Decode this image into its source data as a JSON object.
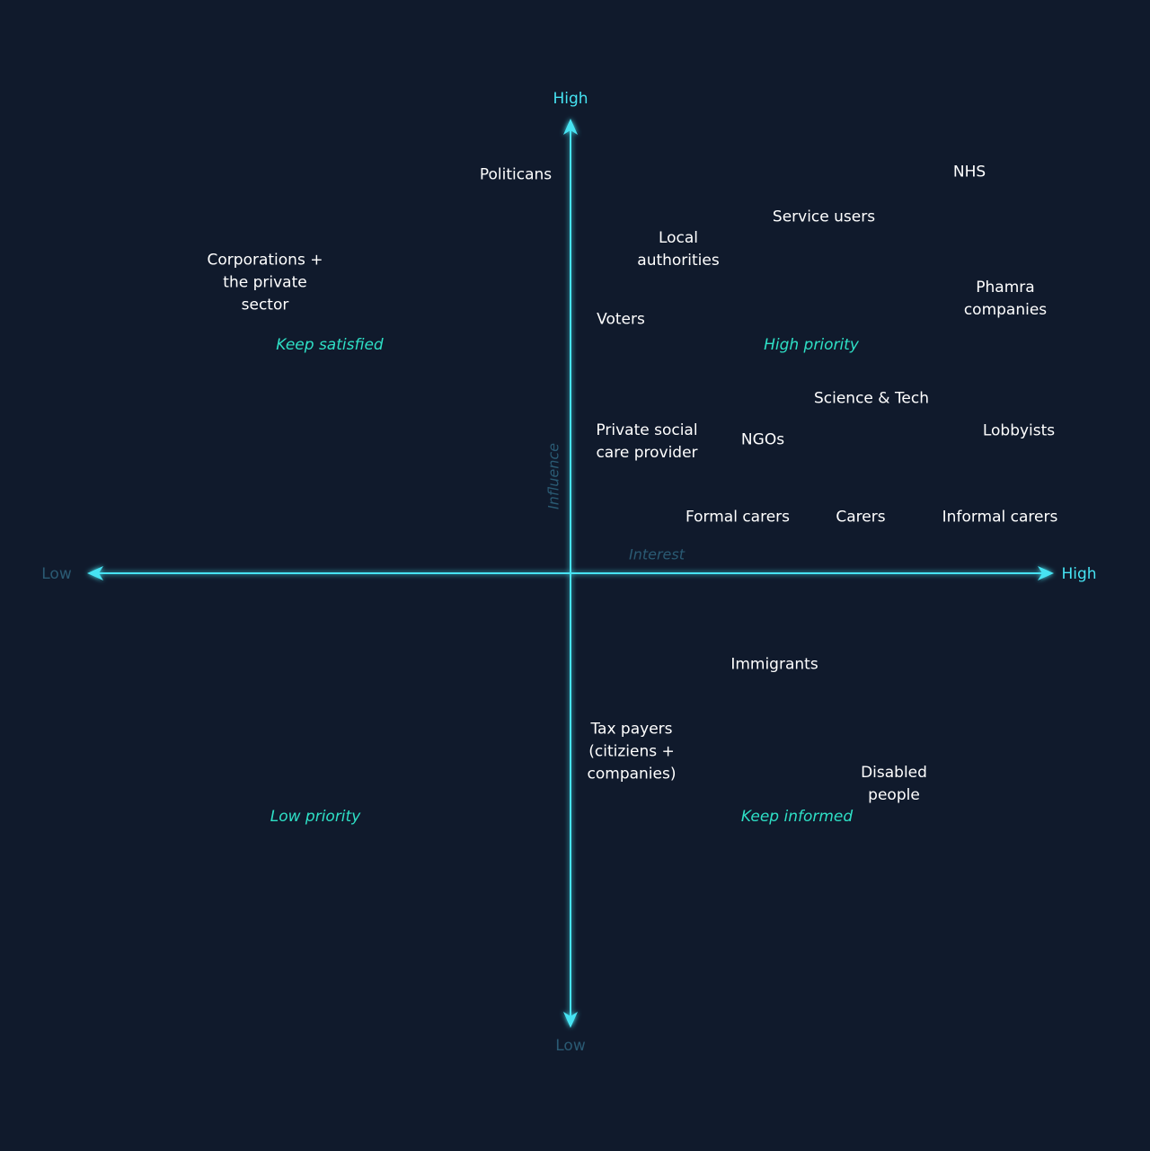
{
  "axes": {
    "vertical": {
      "title": "Influence",
      "high_label": "High",
      "low_label": "Low"
    },
    "horizontal": {
      "title": "Interest",
      "high_label": "High",
      "low_label": "Low"
    },
    "color": "#46e3f2"
  },
  "quadrants": {
    "top_left": "Keep satisfied",
    "top_right": "High priority",
    "bottom_left": "Low priority",
    "bottom_right": "Keep informed"
  },
  "stakeholders": [
    {
      "id": "politicians",
      "label": "Politicans"
    },
    {
      "id": "nhs",
      "label": "NHS"
    },
    {
      "id": "service-users",
      "label": "Service users"
    },
    {
      "id": "local-authorities",
      "label": "Local\nauthorities"
    },
    {
      "id": "corporations",
      "label": "Corporations +\nthe private\nsector"
    },
    {
      "id": "pharma",
      "label": "Phamra\ncompanies"
    },
    {
      "id": "voters",
      "label": "Voters"
    },
    {
      "id": "science-tech",
      "label": "Science & Tech"
    },
    {
      "id": "private-social-care",
      "label": "Private social\ncare provider"
    },
    {
      "id": "ngos",
      "label": "NGOs"
    },
    {
      "id": "lobbyists",
      "label": "Lobbyists"
    },
    {
      "id": "formal-carers",
      "label": "Formal carers"
    },
    {
      "id": "carers",
      "label": "Carers"
    },
    {
      "id": "informal-carers",
      "label": "Informal carers"
    },
    {
      "id": "immigrants",
      "label": "Immigrants"
    },
    {
      "id": "tax-payers",
      "label": "Tax payers\n(citiziens +\ncompanies)"
    },
    {
      "id": "disabled-people",
      "label": "Disabled\npeople"
    }
  ]
}
